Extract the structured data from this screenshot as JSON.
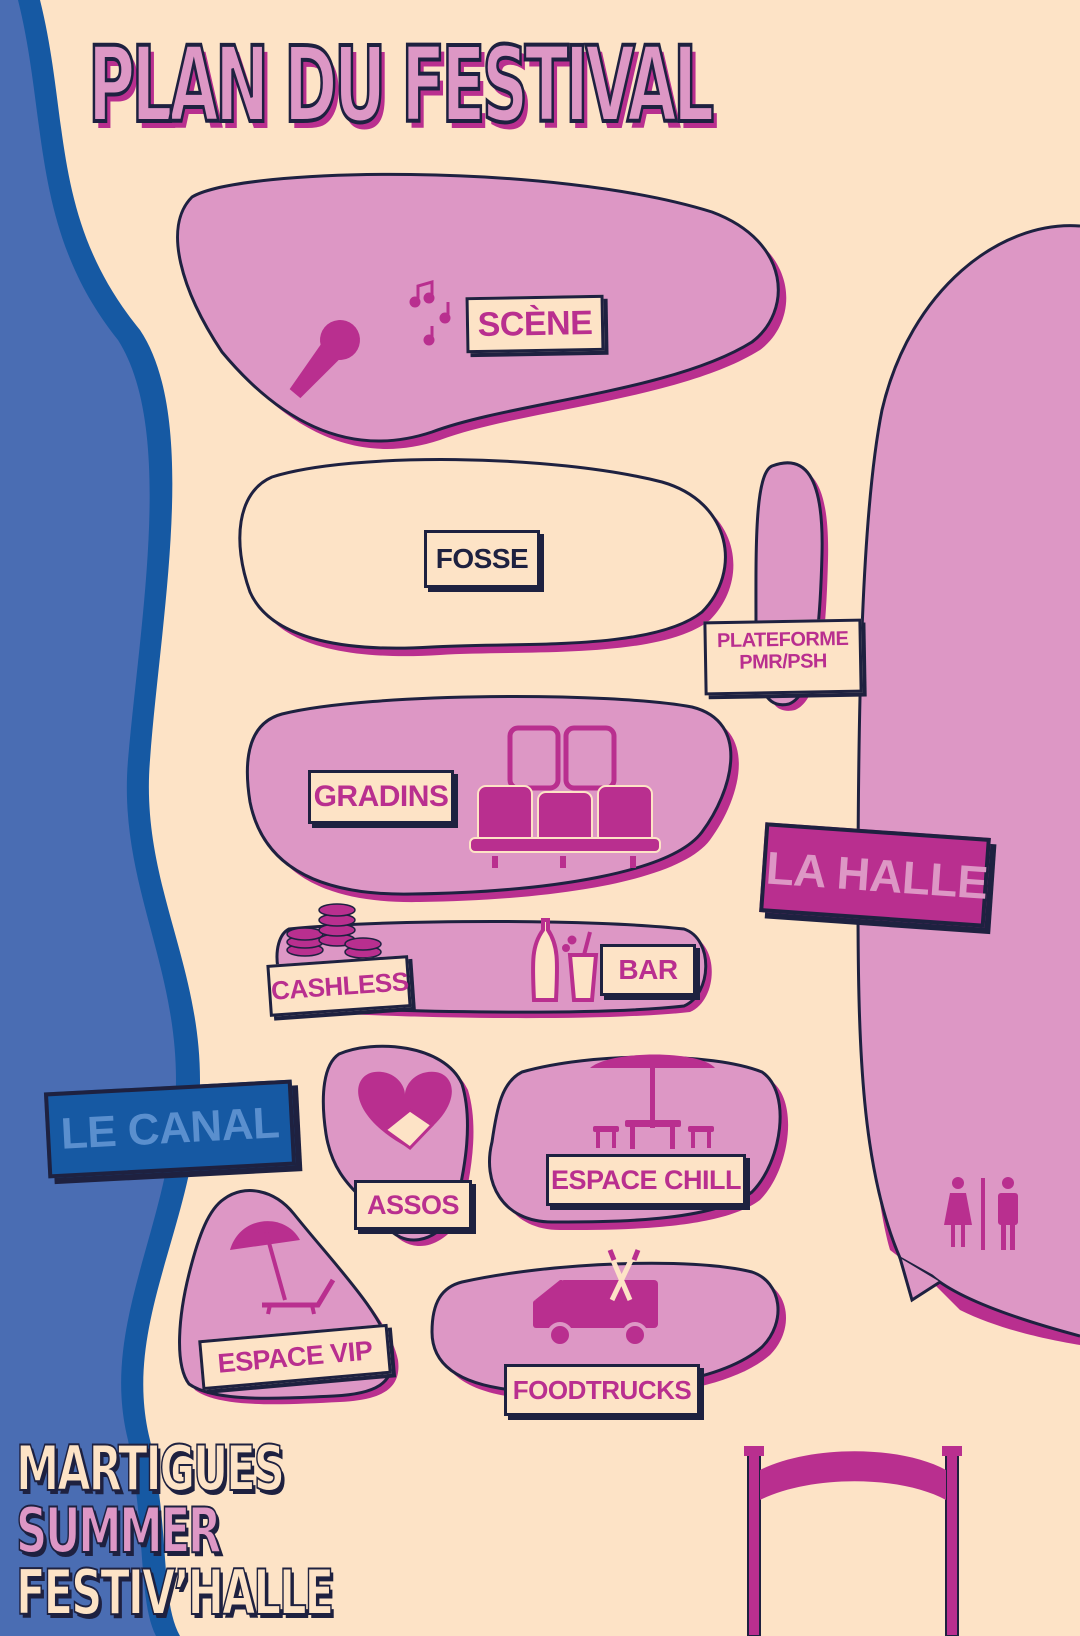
{
  "title": "PLAN DU FESTIVAL",
  "zones": {
    "scene": "SCÈNE",
    "fosse": "FOSSE",
    "plateforme_line1": "PLATEFORME",
    "plateforme_line2": "PMR/PSH",
    "gradins": "GRADINS",
    "la_halle": "LA HALLE",
    "cashless": "CASHLESS",
    "bar": "BAR",
    "le_canal": "LE CANAL",
    "assos": "ASSOS",
    "espace_chill": "ESPACE CHILL",
    "espace_vip": "ESPACE VIP",
    "foodtrucks": "FOODTRUCKS",
    "entree": "ENTRÉE"
  },
  "branding": {
    "line1": "MARTIGUES",
    "line2": "SUMMER",
    "line3": "FESTIV’HALLE"
  },
  "icons": [
    "microphone-icon",
    "music-notes-icon",
    "seats-icon",
    "coins-icon",
    "drinks-icon",
    "heart-handshake-icon",
    "picnic-table-umbrella-icon",
    "beach-umbrella-chair-icon",
    "foodtruck-icon",
    "toilets-icon",
    "entrance-arch-icon"
  ],
  "colors": {
    "background": "#fde3c6",
    "zone_pink": "#dd97c5",
    "magenta": "#b92f8f",
    "navy": "#1e2140",
    "canal_dark": "#1659a3",
    "canal_light": "#4a6db3"
  }
}
